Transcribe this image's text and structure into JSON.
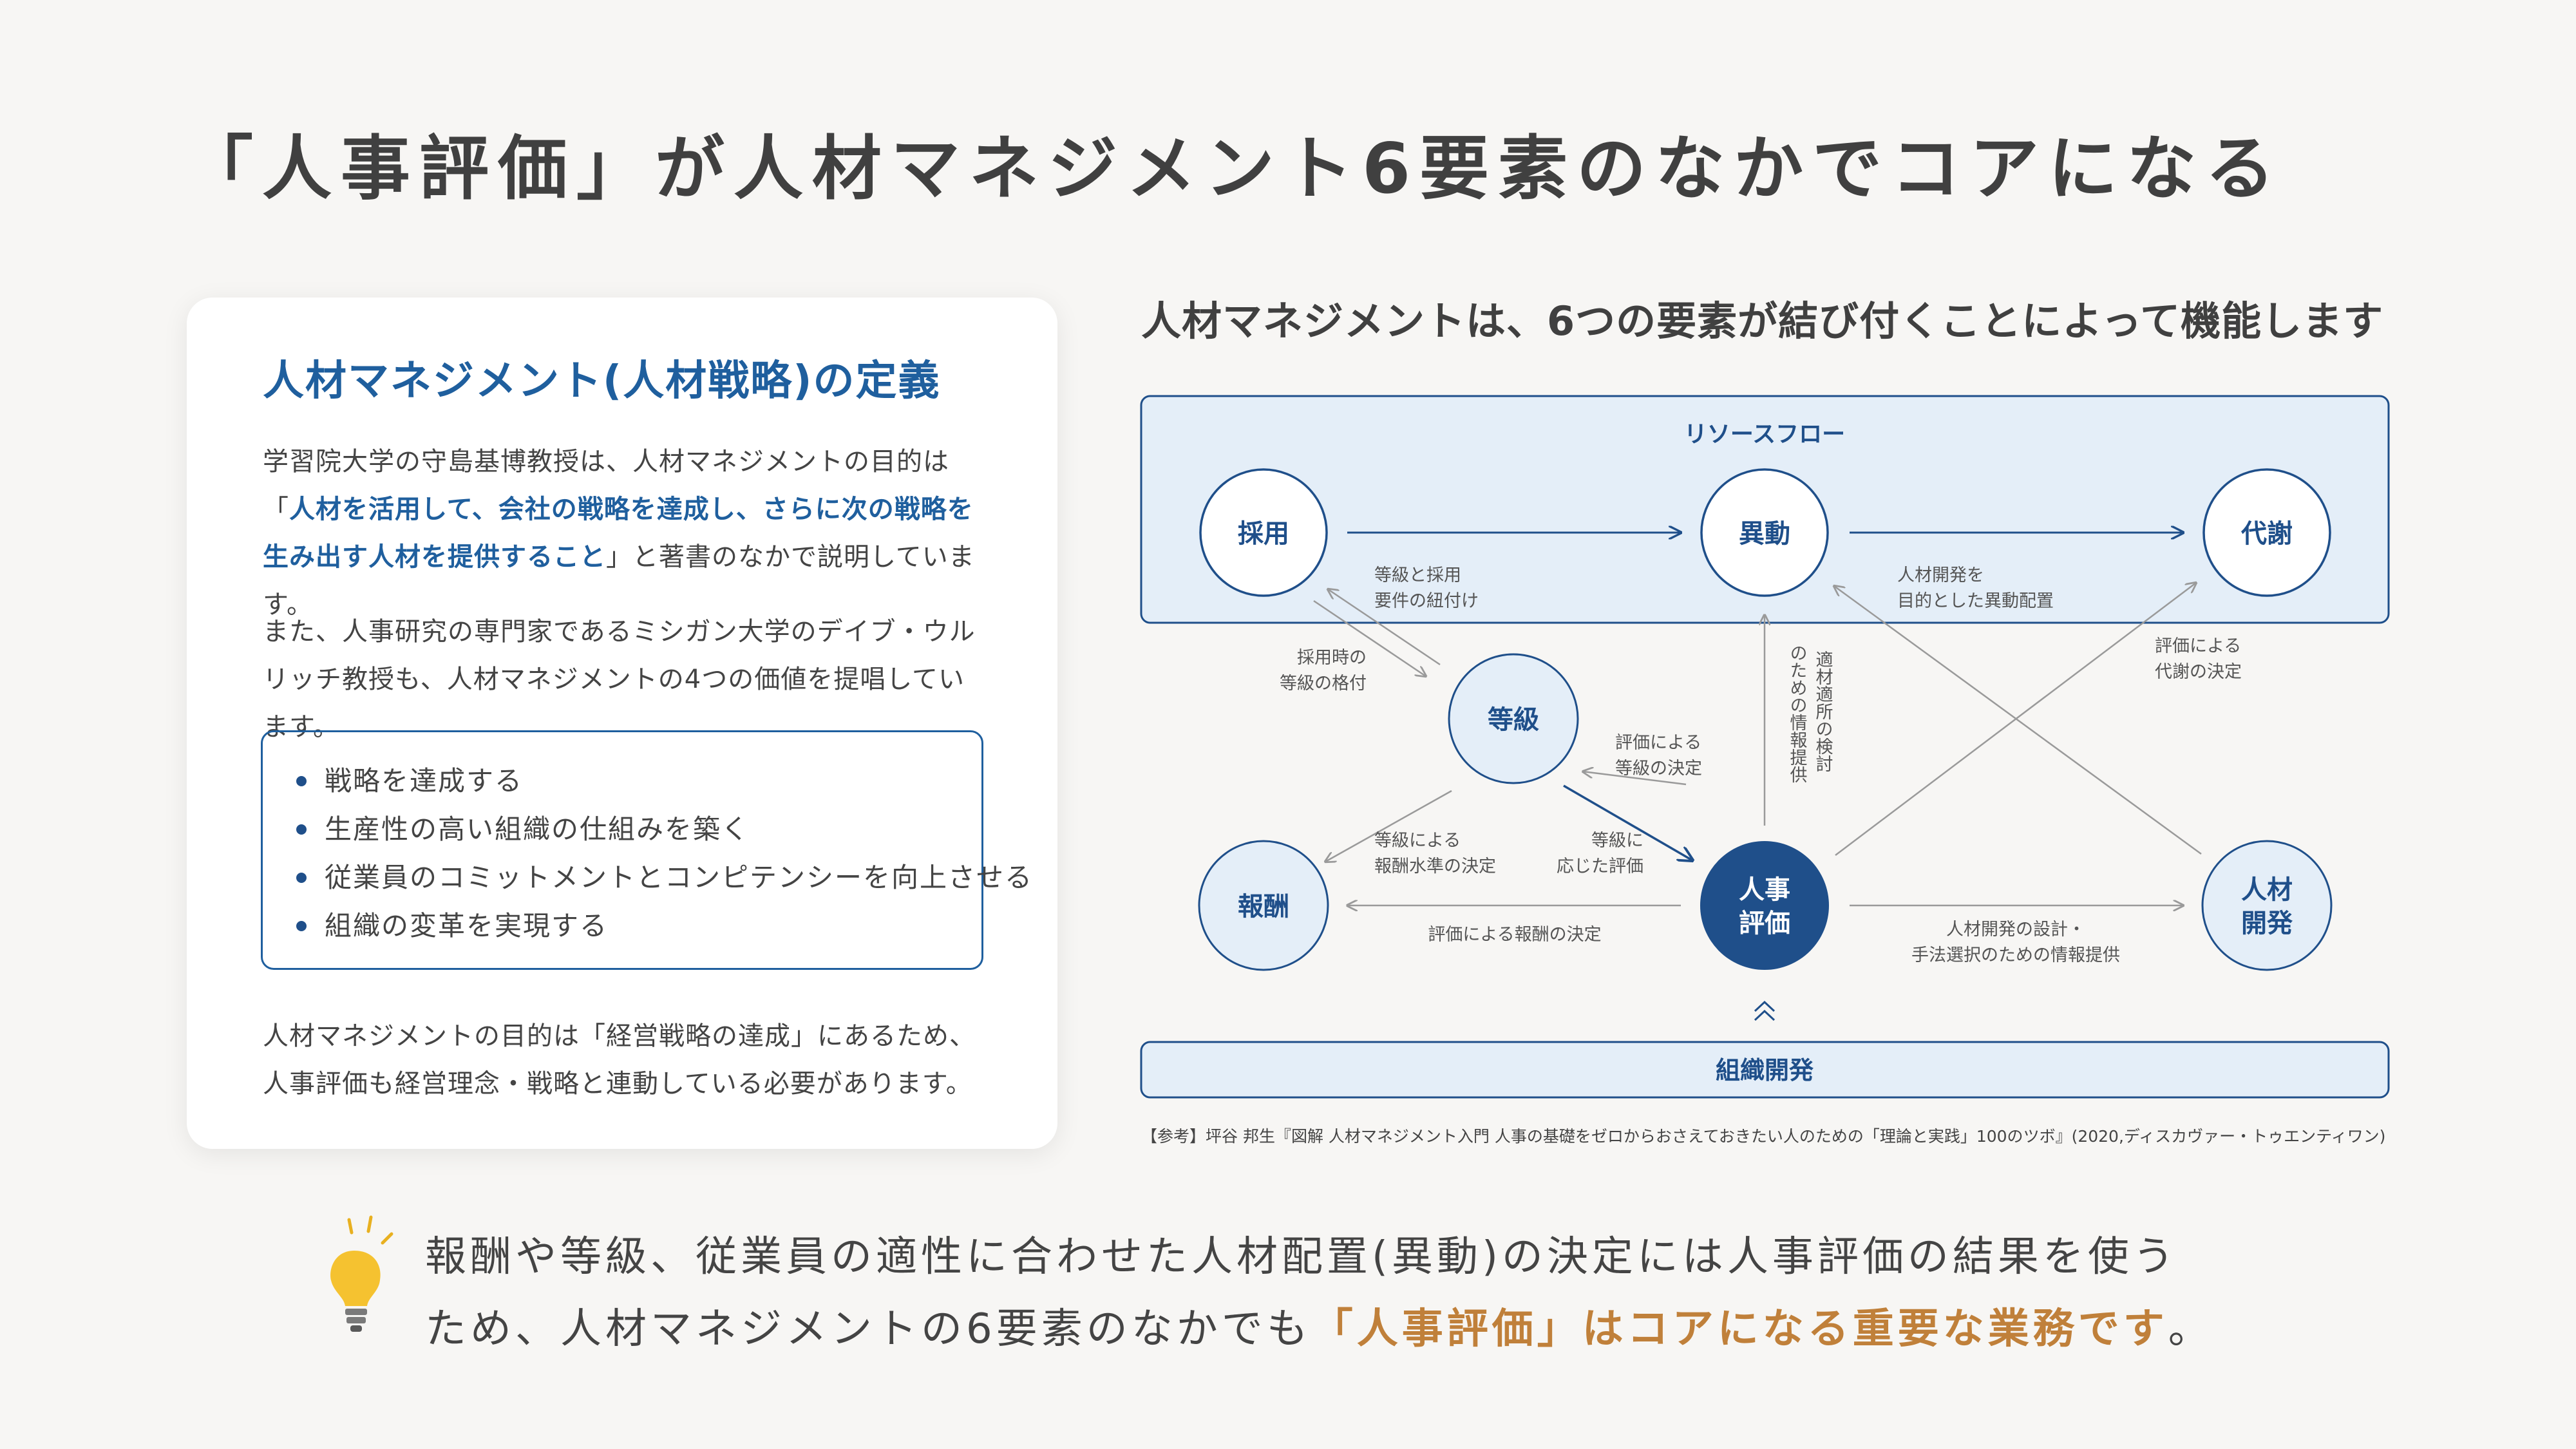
{
  "title": "「人事評価」が人材マネジメント6要素のなかでコアになる",
  "card": {
    "heading": "人材マネジメント(人材戦略)の定義",
    "para1_pre": "学習院大学の守島基博教授は、人材マネジメントの目的は「",
    "para1_highlight": "人材を活用して、会社の戦略を達成し、さらに次の戦略を生み出す人材を提供すること",
    "para1_post": "」と著書のなかで説明しています。",
    "para2": "また、人事研究の専門家であるミシガン大学のデイブ・ウルリッチ教授も、人材マネジメントの4つの価値を提唱しています。",
    "values": [
      "戦略を達成する",
      "生産性の高い組織の仕組みを築く",
      "従業員のコミットメントとコンピテンシーを向上させる",
      "組織の変革を実現する"
    ],
    "para3": "人材マネジメントの目的は「経営戦略の達成」にあるため、人事評価も経営理念・戦略と連動している必要があります。"
  },
  "diagram": {
    "heading": "人材マネジメントは、6つの要素が結び付くことによって機能します",
    "resource_flow_label": "リソースフロー",
    "org_dev_label": "組織開発",
    "nodes": {
      "saiyou": "採用",
      "idou": "異動",
      "taisha": "代謝",
      "toukyuu": "等級",
      "houshuu": "報酬",
      "hyouka_1": "人事",
      "hyouka_2": "評価",
      "kaihatsu_1": "人材",
      "kaihatsu_2": "開発"
    },
    "labels": {
      "toukyuu_saiyou_1": "等級と採用",
      "toukyuu_saiyou_2": "要件の紐付け",
      "kaihatsu_idou_1": "人材開発を",
      "kaihatsu_idou_2": "目的とした異動配置",
      "saiyou_toukyuu_1": "採用時の",
      "saiyou_toukyuu_2": "等級の格付",
      "hyouka_toukyuu_1": "評価による",
      "hyouka_toukyuu_2": "等級の決定",
      "hyouka_taisha_1": "評価による",
      "hyouka_taisha_2": "代謝の決定",
      "vertical_1": "適材適所の検討",
      "vertical_2": "のための情報提供",
      "toukyuu_houshuu_1": "等級による",
      "toukyuu_houshuu_2": "報酬水準の決定",
      "toukyuu_hyouka_1": "等級に",
      "toukyuu_hyouka_2": "応じた評価",
      "hyouka_houshuu": "評価による報酬の決定",
      "hyouka_kaihatsu_1": "人材開発の設計・",
      "hyouka_kaihatsu_2": "手法選択のための情報提供"
    },
    "reference": "【参考】坪谷 邦生『図解 人材マネジメント入門 人事の基礎をゼロからおさえておきたい人のための「理論と実践」100のツボ』(2020,ディスカヴァー・トゥエンティワン)",
    "colors": {
      "primary": "#1f4f8a",
      "light_fill": "#e4eef8",
      "arrow_gray": "#9a9a9a"
    }
  },
  "message": {
    "line1": "報酬や等級、従業員の適性に合わせた人材配置(異動)の決定には人事評価の結果を使う",
    "line2_pre": "ため、人材マネジメントの6要素のなかでも",
    "line2_highlight": "「人事評価」はコアになる重要な業務です",
    "line2_post": "。"
  }
}
